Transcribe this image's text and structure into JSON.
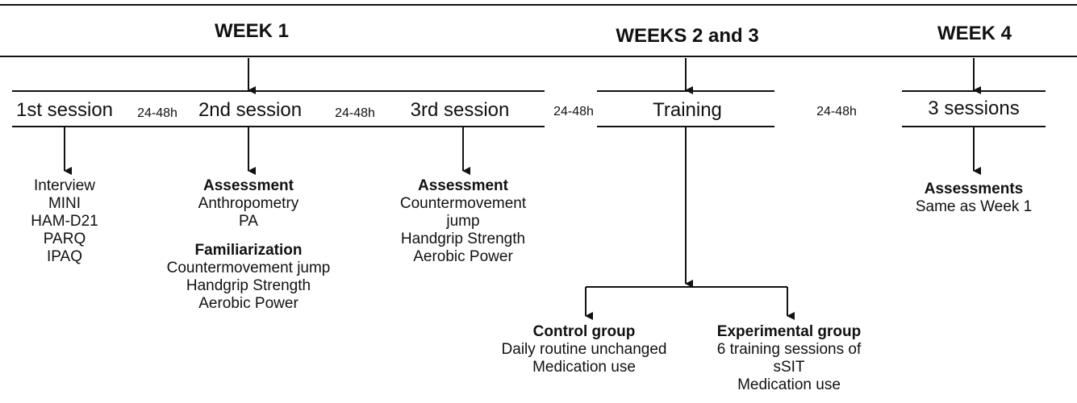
{
  "headers": {
    "week1": "WEEK 1",
    "weeks23": "WEEKS 2 and 3",
    "week4": "WEEK 4"
  },
  "sessions": {
    "s1": "1st session",
    "s2": "2nd session",
    "s3": "3rd session",
    "training": "Training",
    "w4": "3 sessions"
  },
  "gaps": [
    "24-48h",
    "24-48h",
    "24-48h",
    "24-48h"
  ],
  "blocks": {
    "s1": [
      "Interview",
      "MINI",
      "HAM-D21",
      "PARQ",
      "IPAQ"
    ],
    "s2": {
      "assessment_title": "Assessment",
      "assessment_items": [
        "Anthropometry",
        "PA"
      ],
      "familiarization_title": "Familiarization",
      "familiarization_items": [
        "Countermovement jump",
        "Handgrip Strength",
        "Aerobic Power"
      ]
    },
    "s3": {
      "title": "Assessment",
      "items": [
        "Countermovement",
        "jump",
        "Handgrip Strength",
        "Aerobic Power"
      ]
    },
    "w4": {
      "title": "Assessments",
      "items": [
        "Same as Week 1"
      ]
    },
    "control": {
      "title": "Control group",
      "items": [
        "Daily routine unchanged",
        "Medication use"
      ]
    },
    "experimental": {
      "title": "Experimental group",
      "items": [
        "6 training  sessions of",
        "sSIT",
        "Medication use"
      ]
    }
  }
}
